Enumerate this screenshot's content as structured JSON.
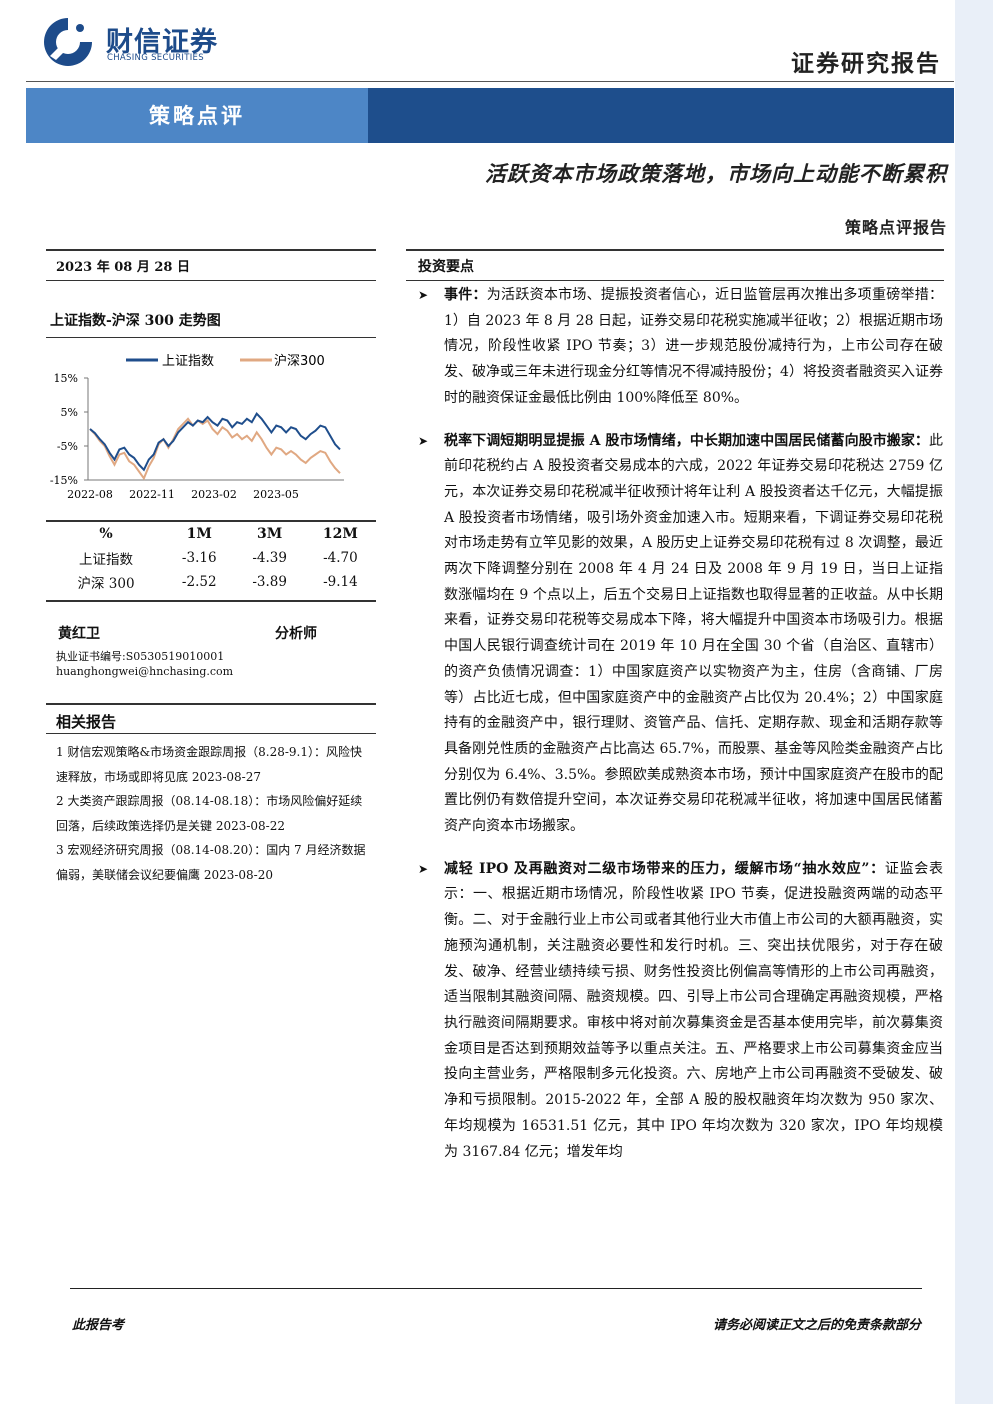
{
  "header": {
    "logo_cn": "财信证券",
    "logo_en": "CHASING SECURITIES",
    "doc_type": "证券研究报告",
    "banner": "策略点评"
  },
  "title": {
    "main": "活跃资本市场政策落地，市场向上动能不断累积",
    "sub": "策略点评报告"
  },
  "sidebar": {
    "date": "2023 年 08 月 28 日",
    "chart_title": "上证指数-沪深 300 走势图",
    "table": {
      "headers": [
        "%",
        "1M",
        "3M",
        "12M"
      ],
      "rows": [
        [
          "上证指数",
          "-3.16",
          "-4.39",
          "-4.70"
        ],
        [
          "沪深 300",
          "-2.52",
          "-3.89",
          "-9.14"
        ]
      ]
    },
    "analyst": {
      "name": "黄红卫",
      "role": "分析师",
      "cert": "执业证书编号:S0530519010001",
      "email": "huanghongwei@hnchasing.com"
    },
    "related_title": "相关报告",
    "related": [
      "1 财信宏观策略&市场资金跟踪周报（8.28-9.1）：风险快速释放，市场或即将见底 2023-08-27",
      "2 大类资产跟踪周报（08.14-08.18）：市场风险偏好延续回落，后续政策选择仍是关键 2023-08-22",
      "3 宏观经济研究周报（08.14-08.20）：国内 7 月经济数据偏弱，美联储会议纪要偏鹰 2023-08-20"
    ]
  },
  "main": {
    "section_title": "投资要点",
    "bullets": [
      {
        "head": "事件：",
        "body": "为活跃资本市场、提振投资者信心，近日监管层再次推出多项重磅举措：1）自 2023 年 8 月 28 日起，证券交易印花税实施减半征收；2）根据近期市场情况，阶段性收紧 IPO 节奏；3）进一步规范股份减持行为，上市公司存在破发、破净或三年未进行现金分红等情况不得减持股份；4）将投资者融资买入证券时的融资保证金最低比例由 100%降低至 80%。"
      },
      {
        "head": "税率下调短期明显提振 A 股市场情绪，中长期加速中国居民储蓄向股市搬家：",
        "body": "此前印花税约占 A 股投资者交易成本的六成，2022 年证券交易印花税达 2759 亿元，本次证券交易印花税减半征收预计将年让利 A 股投资者达千亿元，大幅提振 A 股投资者市场情绪，吸引场外资金加速入市。短期来看，下调证券交易印花税对市场走势有立竿见影的效果，A 股历史上证券交易印花税有过 8 次调整，最近两次下降调整分别在 2008 年 4 月 24 日及 2008 年 9 月 19 日，当日上证指数涨幅均在 9 个点以上，后五个交易日上证指数也取得显著的正收益。从中长期来看，证券交易印花税等交易成本下降，将大幅提升中国资本市场吸引力。根据中国人民银行调查统计司在 2019 年 10 月在全国 30 个省（自治区、直辖市）的资产负债情况调查：1）中国家庭资产以实物资产为主，住房（含商铺、厂房等）占比近七成，但中国家庭资产中的金融资产占比仅为 20.4%；2）中国家庭持有的金融资产中，银行理财、资管产品、信托、定期存款、现金和活期存款等具备刚兑性质的金融资产占比高达 65.7%，而股票、基金等风险类金融资产占比分别仅为 6.4%、3.5%。参照欧美成熟资本市场，预计中国家庭资产在股市的配置比例仍有数倍提升空间，本次证券交易印花税减半征收，将加速中国居民储蓄资产向资本市场搬家。"
      },
      {
        "head": "减轻 IPO 及再融资对二级市场带来的压力，缓解市场“抽水效应”：",
        "body": "证监会表示：一、根据近期市场情况，阶段性收紧 IPO 节奏，促进投融资两端的动态平衡。二、对于金融行业上市公司或者其他行业大市值上市公司的大额再融资，实施预沟通机制，关注融资必要性和发行时机。三、突出扶优限劣，对于存在破发、破净、经营业绩持续亏损、财务性投资比例偏高等情形的上市公司再融资，适当限制其融资间隔、融资规模。四、引导上市公司合理确定再融资规模，严格执行融资间隔期要求。审核中将对前次募集资金是否基本使用完毕，前次募集资金项目是否达到预期效益等予以重点关注。五、严格要求上市公司募集资金应当投向主营业务，严格限制多元化投资。六、房地产上市公司再融资不受破发、破净和亏损限制。2015-2022 年，全部 A 股的股权融资年均次数为 950 家次、年均规模为 16531.51 亿元，其中 IPO 年均次数为 320 家次，IPO 年均规模为 3167.84 亿元；增发年均"
      }
    ]
  },
  "footer": {
    "left": "此报告考",
    "right": "请务必阅读正文之后的免责条款部分"
  },
  "chart_data": {
    "type": "line",
    "series": [
      {
        "name": "上证指数",
        "color": "#1f4e8c",
        "values": [
          0.0,
          -1.2,
          -3.0,
          -4.5,
          -7.0,
          -9.0,
          -6.0,
          -5.5,
          -7.5,
          -8.5,
          -10.5,
          -12.0,
          -9.0,
          -7.5,
          -4.0,
          -3.0,
          -5.0,
          -3.5,
          -1.0,
          0.5,
          2.0,
          1.0,
          2.5,
          2.0,
          3.5,
          2.0,
          1.0,
          3.0,
          2.5,
          0.5,
          2.0,
          1.5,
          3.0,
          2.0,
          4.5,
          3.0,
          1.0,
          -1.0,
          1.0,
          0.5,
          -1.0,
          0.5,
          0.0,
          -2.0,
          -3.0,
          -1.5,
          -0.5,
          1.0,
          0.5,
          -2.0,
          -4.5,
          -6.0
        ]
      },
      {
        "name": "沪深300",
        "color": "#e0a882",
        "values": [
          0.0,
          -1.5,
          -3.5,
          -5.0,
          -8.0,
          -10.5,
          -7.5,
          -7.0,
          -9.5,
          -10.5,
          -12.5,
          -14.5,
          -11.0,
          -8.5,
          -4.5,
          -3.0,
          -5.5,
          -3.0,
          0.0,
          1.5,
          3.0,
          1.0,
          2.5,
          1.5,
          2.5,
          0.0,
          -1.5,
          0.5,
          -0.5,
          -2.5,
          -1.5,
          -3.0,
          -2.0,
          -3.5,
          -1.0,
          -3.0,
          -5.5,
          -7.5,
          -5.5,
          -6.0,
          -7.5,
          -6.5,
          -7.5,
          -9.0,
          -10.0,
          -8.5,
          -7.5,
          -6.5,
          -7.0,
          -9.5,
          -11.5,
          -13.0
        ]
      }
    ],
    "x_ticks": [
      "2022-08",
      "2022-11",
      "2023-02",
      "2023-05"
    ],
    "y_ticks": [
      "15%",
      "5%",
      "-5%",
      "-15%"
    ],
    "ylim": [
      -15,
      15
    ],
    "legend_placement": "top",
    "grid": false
  }
}
